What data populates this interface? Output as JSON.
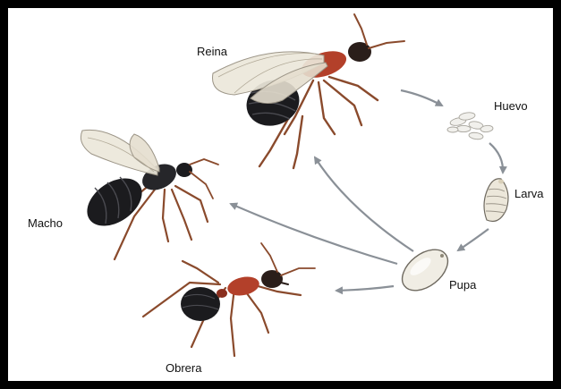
{
  "diagram": {
    "labels": {
      "queen": "Reina",
      "egg": "Huevo",
      "larva": "Larva",
      "pupa": "Pupa",
      "male": "Macho",
      "worker": "Obrera"
    },
    "colors": {
      "frame": "#000000",
      "arrow": "#8a9097",
      "body_dark": "#1b1b1e",
      "thorax_red": "#b3402a",
      "leg_brown": "#8a4a2c",
      "wing": "#ece7da",
      "egg": "#f1f0ec",
      "larva": "#ece7da"
    },
    "icons": [
      "queen-ant-icon",
      "male-ant-icon",
      "worker-ant-icon",
      "egg-cluster-icon",
      "larva-icon",
      "pupa-icon",
      "cycle-arrow-icon"
    ]
  }
}
